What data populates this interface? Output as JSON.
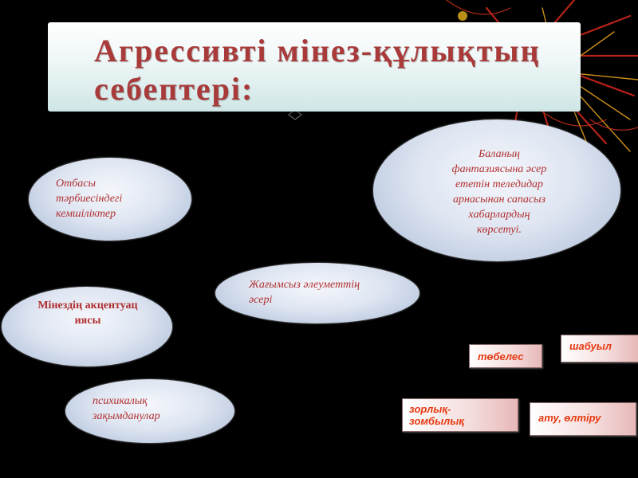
{
  "title": "Агрессивті мінез-құлықтың себептері:",
  "causes": {
    "family": "Отбасы тәрбиесіндегі кемшіліктер",
    "tv": "Баланың фантазиясына әсер ететін теледидар арнасынан сапасыз хабарлардың көрсетуі.",
    "social": "Жағымсыз әлеуметтің әсері",
    "accentuation": "Мінездің акцентуациясы",
    "psychological": "психикалық зақымданулар"
  },
  "actions": {
    "fight": "төбелес",
    "attack": "шабуыл",
    "violence": "зорлық-зомбылық",
    "shoot_kill": "ату, өлтіру"
  },
  "colors": {
    "title_text": "#a83a3a",
    "oval_text": "#b03030",
    "action_text": "#e53a12",
    "background": "#000000"
  }
}
